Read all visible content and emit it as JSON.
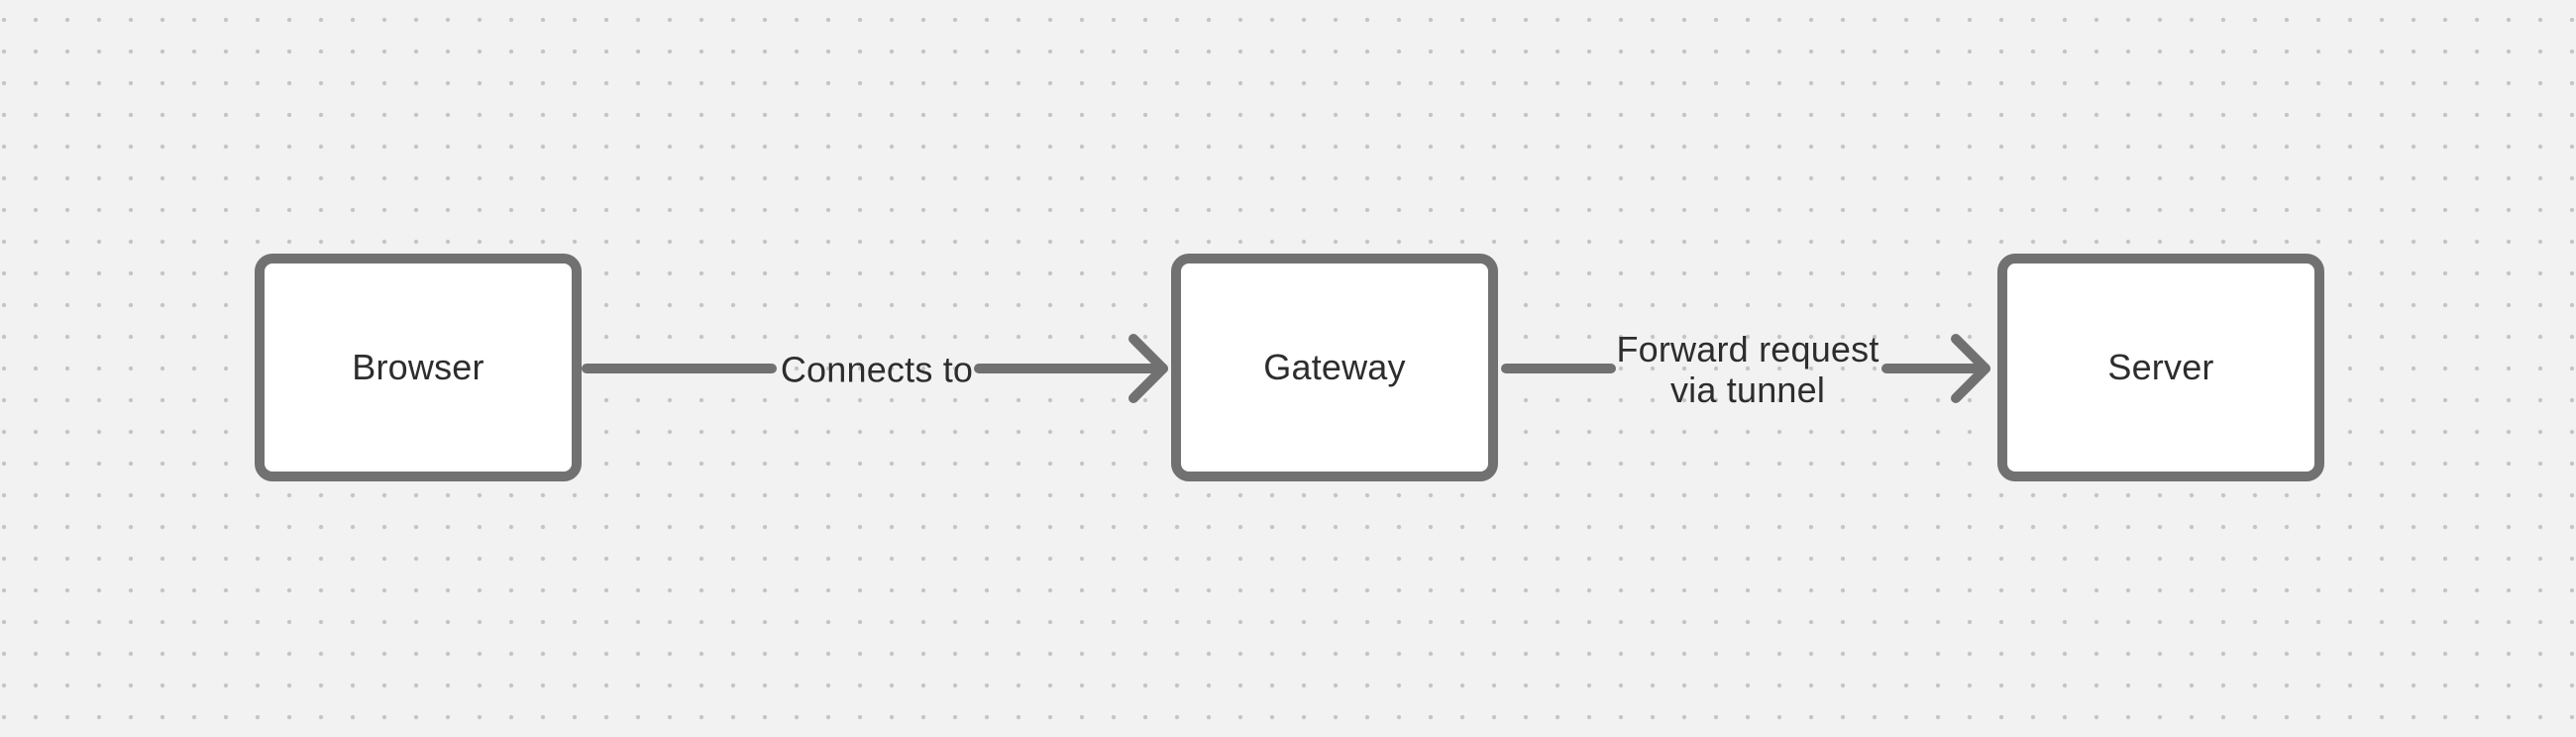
{
  "diagram": {
    "colors": {
      "canvas_bg": "#f2f2f2",
      "grid_dot": "#c4c4c4",
      "shape_stroke": "#717171",
      "shape_fill": "#ffffff",
      "text": "#2d2d2d"
    },
    "nodes": [
      {
        "id": "browser",
        "label": "Browser"
      },
      {
        "id": "gateway",
        "label": "Gateway"
      },
      {
        "id": "server",
        "label": "Server"
      }
    ],
    "edges": [
      {
        "id": "browser-gateway",
        "label": "Connects to"
      },
      {
        "id": "gateway-server",
        "label": "Forward request\nvia tunnel"
      }
    ]
  }
}
